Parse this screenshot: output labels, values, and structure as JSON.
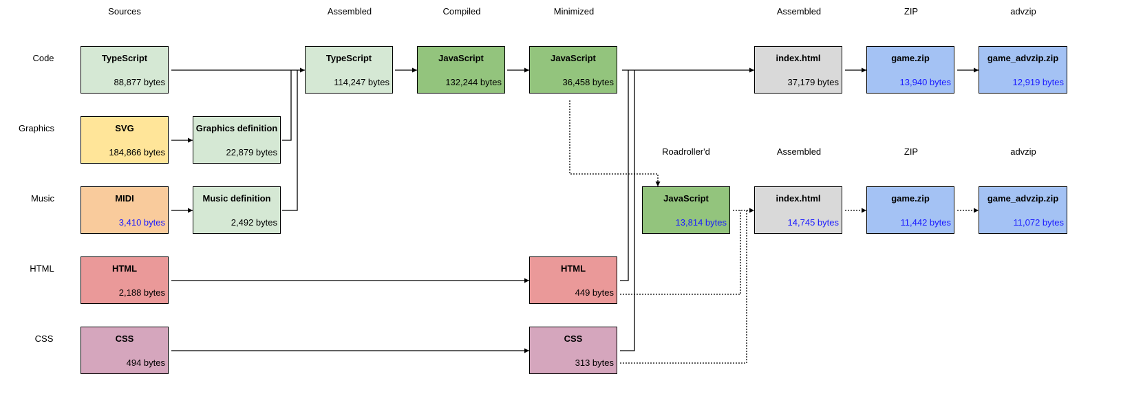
{
  "column_headers": [
    {
      "id": "sources",
      "label": "Sources"
    },
    {
      "id": "assembled1",
      "label": "Assembled"
    },
    {
      "id": "compiled",
      "label": "Compiled"
    },
    {
      "id": "minimized",
      "label": "Minimized"
    },
    {
      "id": "assembled2",
      "label": "Assembled"
    },
    {
      "id": "zip1",
      "label": "ZIP"
    },
    {
      "id": "advzip1",
      "label": "advzip"
    },
    {
      "id": "roadroller",
      "label": "Roadroller'd"
    },
    {
      "id": "assembled3",
      "label": "Assembled"
    },
    {
      "id": "zip2",
      "label": "ZIP"
    },
    {
      "id": "advzip2",
      "label": "advzip"
    }
  ],
  "row_headers": [
    {
      "id": "code",
      "label": "Code"
    },
    {
      "id": "graphics",
      "label": "Graphics"
    },
    {
      "id": "music",
      "label": "Music"
    },
    {
      "id": "html",
      "label": "HTML"
    },
    {
      "id": "css",
      "label": "CSS"
    }
  ],
  "colors": {
    "green_light": "#d5e8d4",
    "green_dark": "#93c47d",
    "yellow": "#ffe599",
    "orange": "#f9cb9c",
    "red": "#ea9999",
    "purple": "#d5a6bd",
    "grey": "#d9d9d9",
    "blue": "#a4c2f4",
    "highlight_text": "#1a1aff"
  },
  "nodes": [
    {
      "id": "ts_src",
      "title": "TypeScript",
      "size": "88,877 bytes",
      "color": "#d5e8d4",
      "highlight": false
    },
    {
      "id": "svg_src",
      "title": "SVG",
      "size": "184,866 bytes",
      "color": "#ffe599",
      "highlight": false
    },
    {
      "id": "gfx_def",
      "title": "Graphics definition",
      "size": "22,879 bytes",
      "color": "#d5e8d4",
      "highlight": false
    },
    {
      "id": "midi_src",
      "title": "MIDI",
      "size": "3,410 bytes",
      "color": "#f9cb9c",
      "highlight": true
    },
    {
      "id": "music_def",
      "title": "Music definition",
      "size": "2,492 bytes",
      "color": "#d5e8d4",
      "highlight": false
    },
    {
      "id": "html_src",
      "title": "HTML",
      "size": "2,188 bytes",
      "color": "#ea9999",
      "highlight": false
    },
    {
      "id": "css_src",
      "title": "CSS",
      "size": "494 bytes",
      "color": "#d5a6bd",
      "highlight": false
    },
    {
      "id": "ts_asm",
      "title": "TypeScript",
      "size": "114,247 bytes",
      "color": "#d5e8d4",
      "highlight": false
    },
    {
      "id": "js_comp",
      "title": "JavaScript",
      "size": "132,244 bytes",
      "color": "#93c47d",
      "highlight": false
    },
    {
      "id": "js_min",
      "title": "JavaScript",
      "size": "36,458 bytes",
      "color": "#93c47d",
      "highlight": false
    },
    {
      "id": "html_min",
      "title": "HTML",
      "size": "449 bytes",
      "color": "#ea9999",
      "highlight": false
    },
    {
      "id": "css_min",
      "title": "CSS",
      "size": "313 bytes",
      "color": "#d5a6bd",
      "highlight": false
    },
    {
      "id": "index1",
      "title": "index.html",
      "size": "37,179 bytes",
      "color": "#d9d9d9",
      "highlight": false
    },
    {
      "id": "zip1",
      "title": "game.zip",
      "size": "13,940 bytes",
      "color": "#a4c2f4",
      "highlight": true
    },
    {
      "id": "adv1",
      "title": "game_advzip.zip",
      "size": "12,919 bytes",
      "color": "#a4c2f4",
      "highlight": true
    },
    {
      "id": "js_rr",
      "title": "JavaScript",
      "size": "13,814 bytes",
      "color": "#93c47d",
      "highlight": true
    },
    {
      "id": "index2",
      "title": "index.html",
      "size": "14,745 bytes",
      "color": "#d9d9d9",
      "highlight": true
    },
    {
      "id": "zip2",
      "title": "game.zip",
      "size": "11,442 bytes",
      "color": "#a4c2f4",
      "highlight": true
    },
    {
      "id": "adv2",
      "title": "game_advzip.zip",
      "size": "11,072 bytes",
      "color": "#a4c2f4",
      "highlight": true
    }
  ]
}
